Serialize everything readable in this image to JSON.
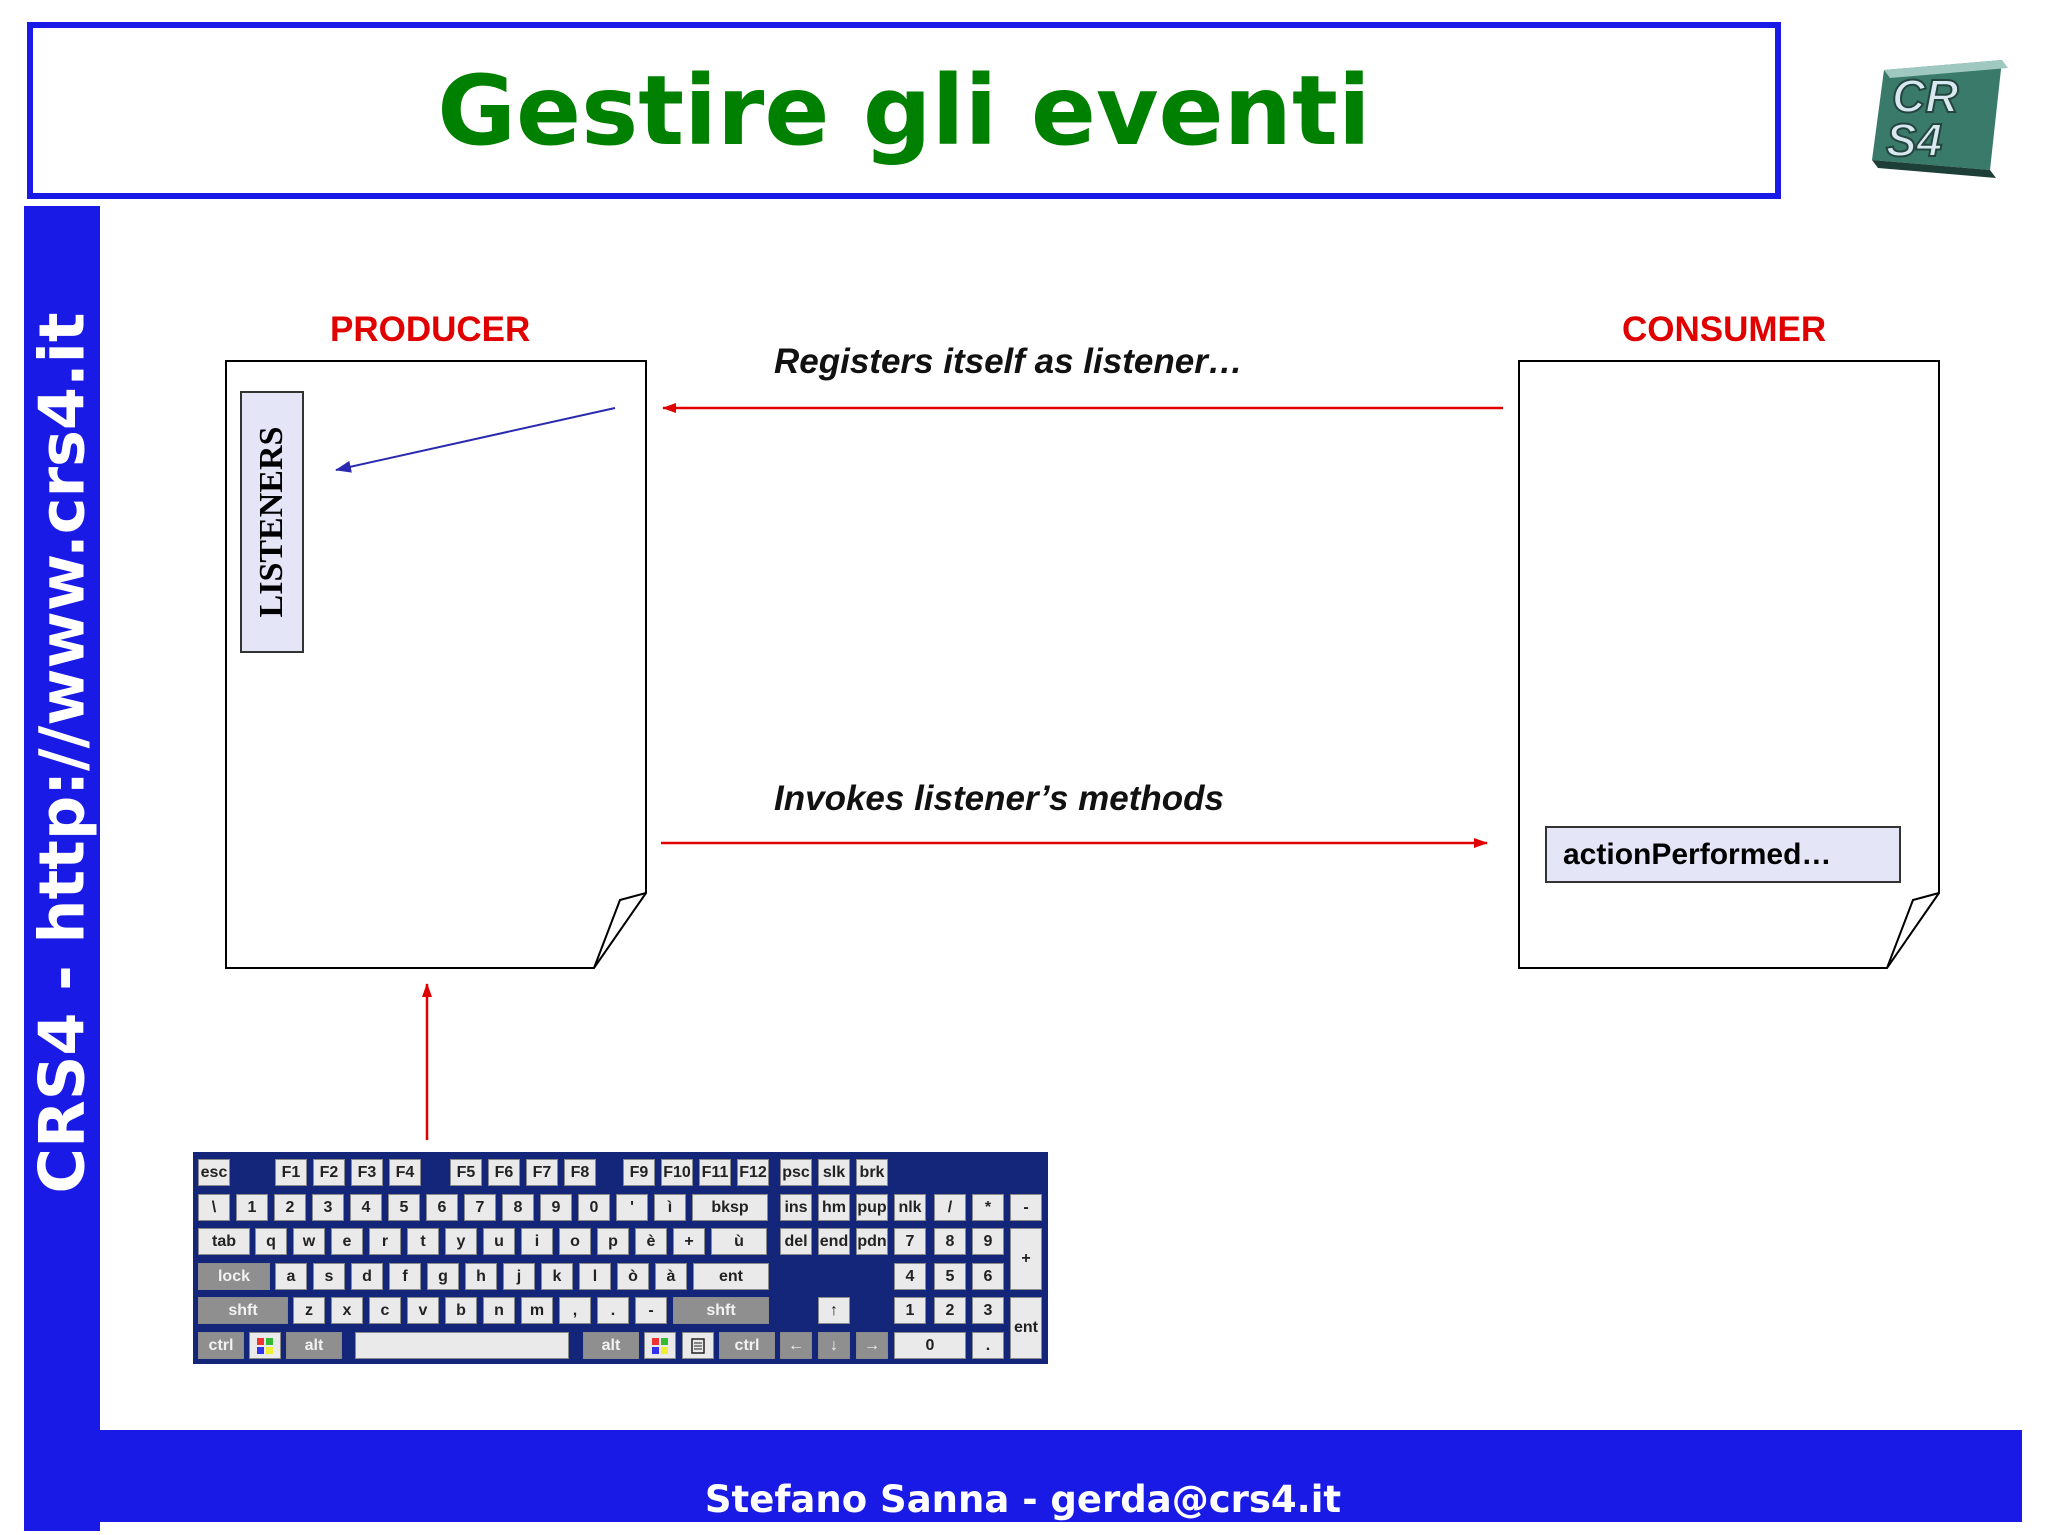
{
  "slide": {
    "title": "Gestire gli eventi",
    "side_text": "CRS4 - http://www.crs4.it",
    "footer": "Stefano Sanna - gerda@crs4.it"
  },
  "logo": {
    "letters_top": "CR",
    "letters_bottom": "S4"
  },
  "diagram": {
    "producer_label": "PRODUCER",
    "consumer_label": "CONSUMER",
    "listeners_label": "LISTENERS",
    "registers_label": "Registers itself as listener…",
    "invokes_label": "Invokes listener’s methods",
    "action_label": "actionPerformed…"
  },
  "colors": {
    "blue": "#1a1ae6",
    "green": "#008000",
    "red": "#e00000",
    "keyboard_bg": "#14267a"
  },
  "keyboard": {
    "row0": [
      "esc",
      "F1",
      "F2",
      "F3",
      "F4",
      "F5",
      "F6",
      "F7",
      "F8",
      "F9",
      "F10",
      "F11",
      "F12",
      "psc",
      "slk",
      "brk"
    ],
    "row1": [
      "\\",
      "1",
      "2",
      "3",
      "4",
      "5",
      "6",
      "7",
      "8",
      "9",
      "0",
      "'",
      "ì",
      "bksp",
      "ins",
      "hm",
      "pup",
      "nlk",
      "/",
      "*",
      "-"
    ],
    "row2": [
      "tab",
      "q",
      "w",
      "e",
      "r",
      "t",
      "y",
      "u",
      "i",
      "o",
      "p",
      "è",
      "+",
      "ù",
      "del",
      "end",
      "pdn",
      "7",
      "8",
      "9",
      "+"
    ],
    "row3": [
      "lock",
      "a",
      "s",
      "d",
      "f",
      "g",
      "h",
      "j",
      "k",
      "l",
      "ò",
      "à",
      "ent",
      "4",
      "5",
      "6"
    ],
    "row4": [
      "shft",
      "z",
      "x",
      "c",
      "v",
      "b",
      "n",
      "m",
      ",",
      ".",
      "-",
      "shft",
      "↑",
      "1",
      "2",
      "3",
      "ent"
    ],
    "row5": [
      "ctrl",
      "alt",
      "alt",
      "ctrl",
      "←",
      "↓",
      "→",
      "0",
      "."
    ]
  }
}
